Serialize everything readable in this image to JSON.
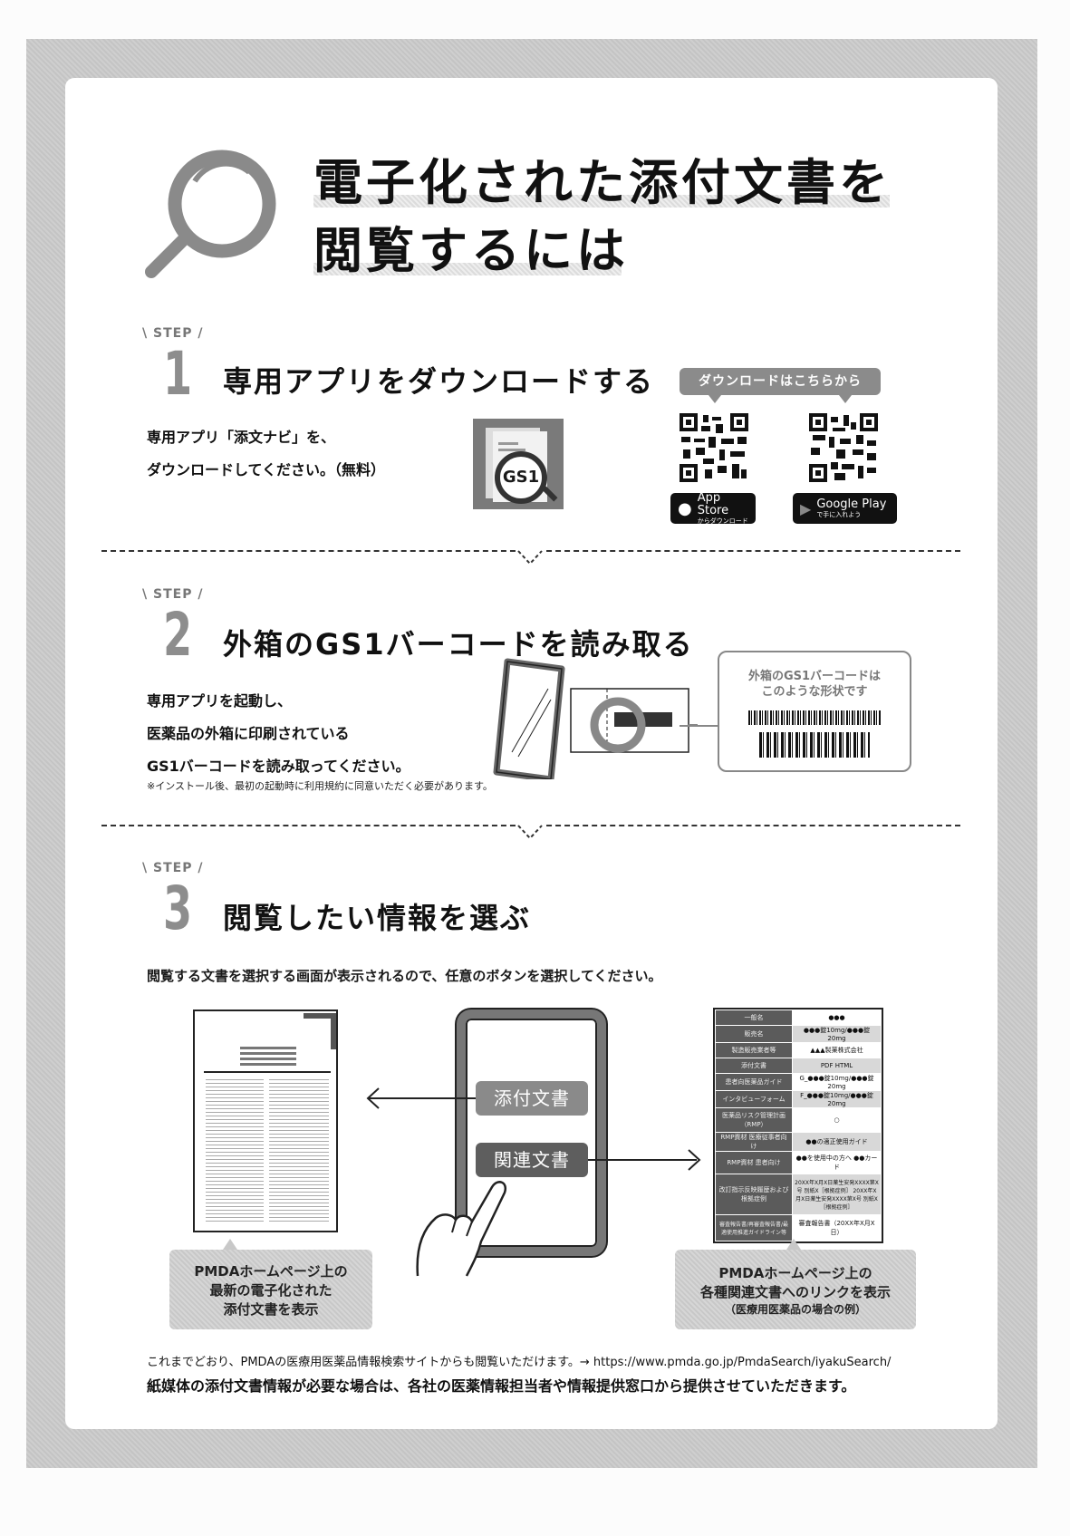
{
  "title": {
    "line1": "電子化された添付文書を",
    "line2": "閲覧するには",
    "icon": "magnifier-icon"
  },
  "step_label": "STEP",
  "steps": [
    {
      "number": "1",
      "title": "専用アプリをダウンロードする",
      "body": [
        "専用アプリ「添文ナビ」を、",
        "ダウンロードしてください。（無料）"
      ],
      "app_icon_text": "GS1",
      "download_bubble": "ダウンロードはこちらから",
      "stores": [
        {
          "name": "App Store",
          "sub": "からダウンロード",
          "icon": "apple-icon"
        },
        {
          "name": "Google Play",
          "sub": "で手に入れよう",
          "icon": "google-play-icon"
        }
      ]
    },
    {
      "number": "2",
      "title": "外箱のGS1バーコードを読み取る",
      "body": [
        "専用アプリを起動し、",
        "医薬品の外箱に印刷されている",
        "GS1バーコードを読み取ってください。"
      ],
      "note": "※インストール後、最初の起動時に利用規約に同意いただく必要があります。",
      "barcode_caption": [
        "外箱のGS1バーコードは",
        "このような形状です"
      ]
    },
    {
      "number": "3",
      "title": "閲覧したい情報を選ぶ",
      "body": "閲覧する文書を選択する画面が表示されるので、任意のボタンを選択してください。",
      "buttons": [
        {
          "label": "添付文書",
          "color": "#8a8a8a"
        },
        {
          "label": "関連文書",
          "color": "#5e5e5e"
        }
      ],
      "left_callout": [
        "PMDAホームページ上の",
        "最新の電子化された",
        "添付文書を表示"
      ],
      "right_callout": [
        "PMDAホームページ上の",
        "各種関連文書へのリンクを表示",
        "（医療用医薬品の場合の例）"
      ],
      "table": [
        {
          "h": "一般名",
          "v": "●●●"
        },
        {
          "h": "販売名",
          "v": "●●●錠10mg/●●●錠20mg"
        },
        {
          "h": "製造販売業者等",
          "v": "▲▲▲製薬株式会社"
        },
        {
          "h": "添付文書",
          "v": "PDF HTML"
        },
        {
          "h": "患者向医薬品ガイド",
          "v": "G_●●●錠10mg/●●●錠20mg"
        },
        {
          "h": "インタビューフォーム",
          "v": "F_●●●錠10mg/●●●錠20mg"
        },
        {
          "h": "医薬品リスク管理計画（RMP）",
          "v": "○"
        },
        {
          "h": "RMP資材 医療従事者向け",
          "v": "●●の適正使用ガイド"
        },
        {
          "h": "RMP資材 患者向け",
          "v": "●●を使用中の方へ ●●カード"
        },
        {
          "h": "改訂指示反映履歴および根拠症例",
          "v": "20XX年X月X日薬生安発XXXX第X号 別紙X［根拠症例］ 20XX年X月X日薬生安発XXXX第X号 別紙X［根拠症例］"
        },
        {
          "h": "審査報告書/再審査報告書/最適使用推進ガイドライン等",
          "v": "審査報告書（20XX年X月X日）"
        }
      ]
    }
  ],
  "footer": {
    "line1": "これまでどおり、PMDAの医療用医薬品情報検索サイトからも閲覧いただけます。→ https://www.pmda.go.jp/PmdaSearch/iyakuSearch/",
    "line2": "紙媒体の添付文書情報が必要な場合は、各社の医薬情報担当者や情報提供窓口から提供させていただきます。"
  },
  "colors": {
    "frame": "#c4c4c4",
    "step_number": "#8d8d8d",
    "dark_button": "#5e5e5e",
    "light_button": "#8a8a8a"
  }
}
